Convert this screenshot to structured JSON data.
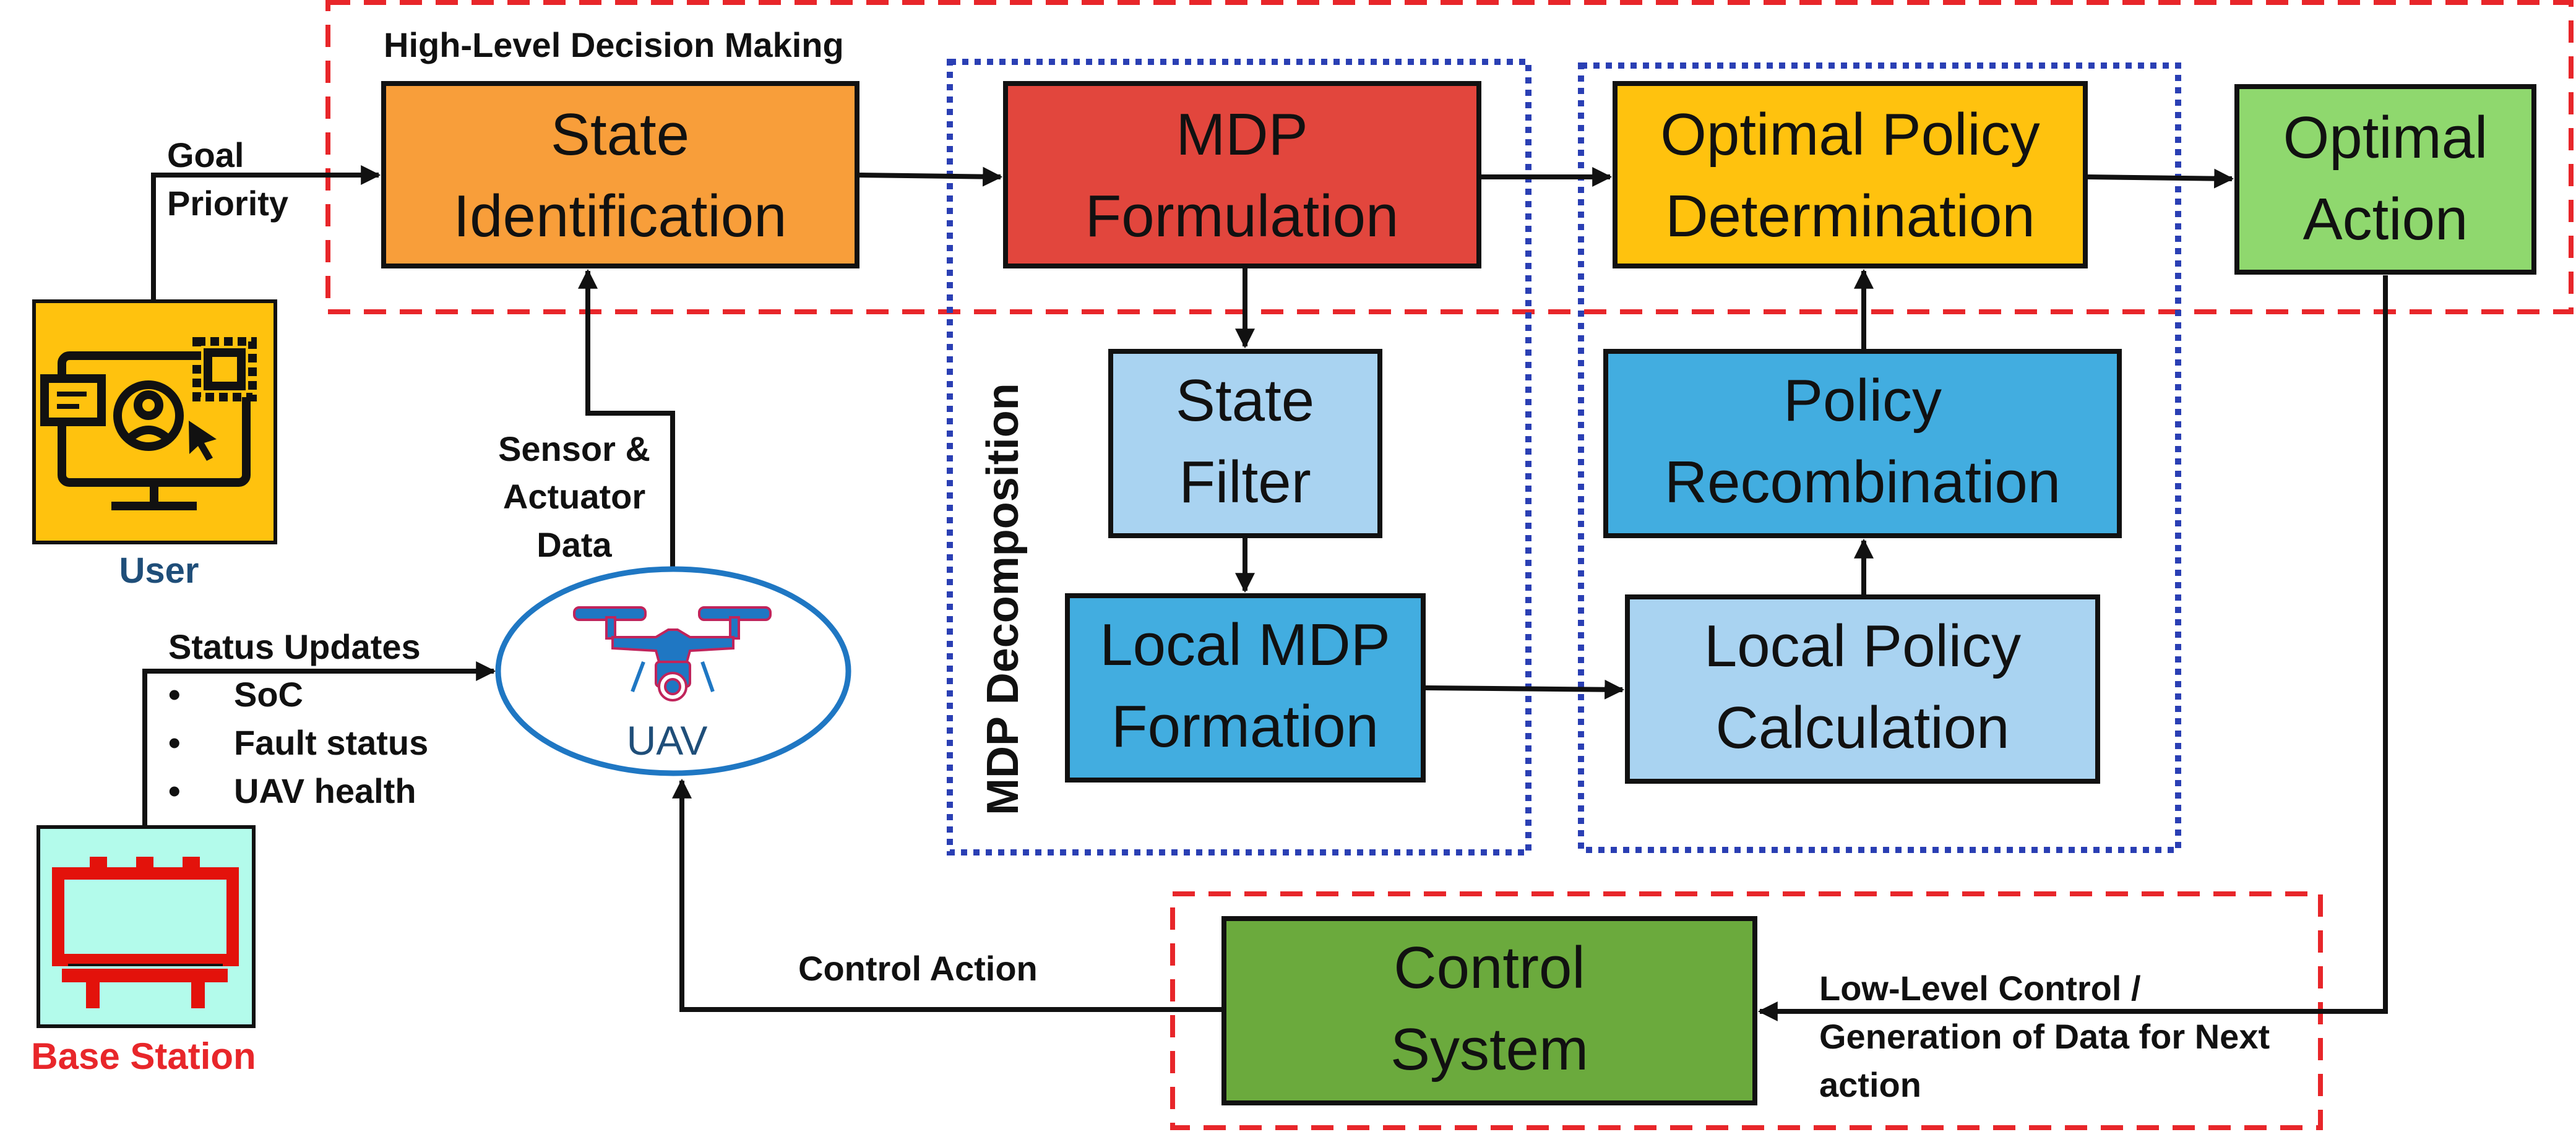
{
  "colors": {
    "orange": "#F89E3A",
    "red": "#E2463D",
    "yellow": "#FFC20E",
    "green_light": "#8FD86E",
    "blue_light": "#A9D3F1",
    "blue_mid": "#42ADE0",
    "green_dark": "#6BAA3D",
    "dashed_red": "#E8262A",
    "dotted_blue": "#2A3FB4",
    "user_yellow": "#FFC20E",
    "station_cyan": "#B3FBEB",
    "uav_blue": "#1F77C3",
    "user_caption": "#1F4E79",
    "station_caption": "#E8262A"
  },
  "groups": {
    "high_level": "High-Level Decision Making",
    "mdp_decomposition": "MDP Decomposition"
  },
  "boxes": {
    "state_identification": [
      "State",
      "Identification"
    ],
    "mdp_formulation": [
      "MDP",
      "Formulation"
    ],
    "optimal_policy": [
      "Optimal Policy",
      "Determination"
    ],
    "optimal_action": [
      "Optimal",
      "Action"
    ],
    "state_filter": [
      "State",
      "Filter"
    ],
    "local_mdp": [
      "Local MDP",
      "Formation"
    ],
    "policy_recombination": [
      "Policy",
      "Recombination"
    ],
    "local_policy": [
      "Local Policy",
      "Calculation"
    ],
    "control_system": [
      "Control",
      "System"
    ]
  },
  "labels": {
    "goal": "Goal",
    "priority": "Priority",
    "sensor": [
      "Sensor &",
      "Actuator",
      "Data"
    ],
    "status_updates": "Status Updates",
    "status_items": [
      "SoC",
      "Fault status",
      "UAV health"
    ],
    "control_action": "Control Action",
    "low_level": [
      "Low-Level Control /",
      "Generation of Data for Next",
      "action"
    ]
  },
  "actors": {
    "user": "User",
    "base_station": "Base Station",
    "uav": "UAV"
  },
  "icons": {
    "user": "user-monitor-icon",
    "station": "billboard-icon",
    "uav": "drone-icon",
    "bullet": "bullet-icon"
  }
}
